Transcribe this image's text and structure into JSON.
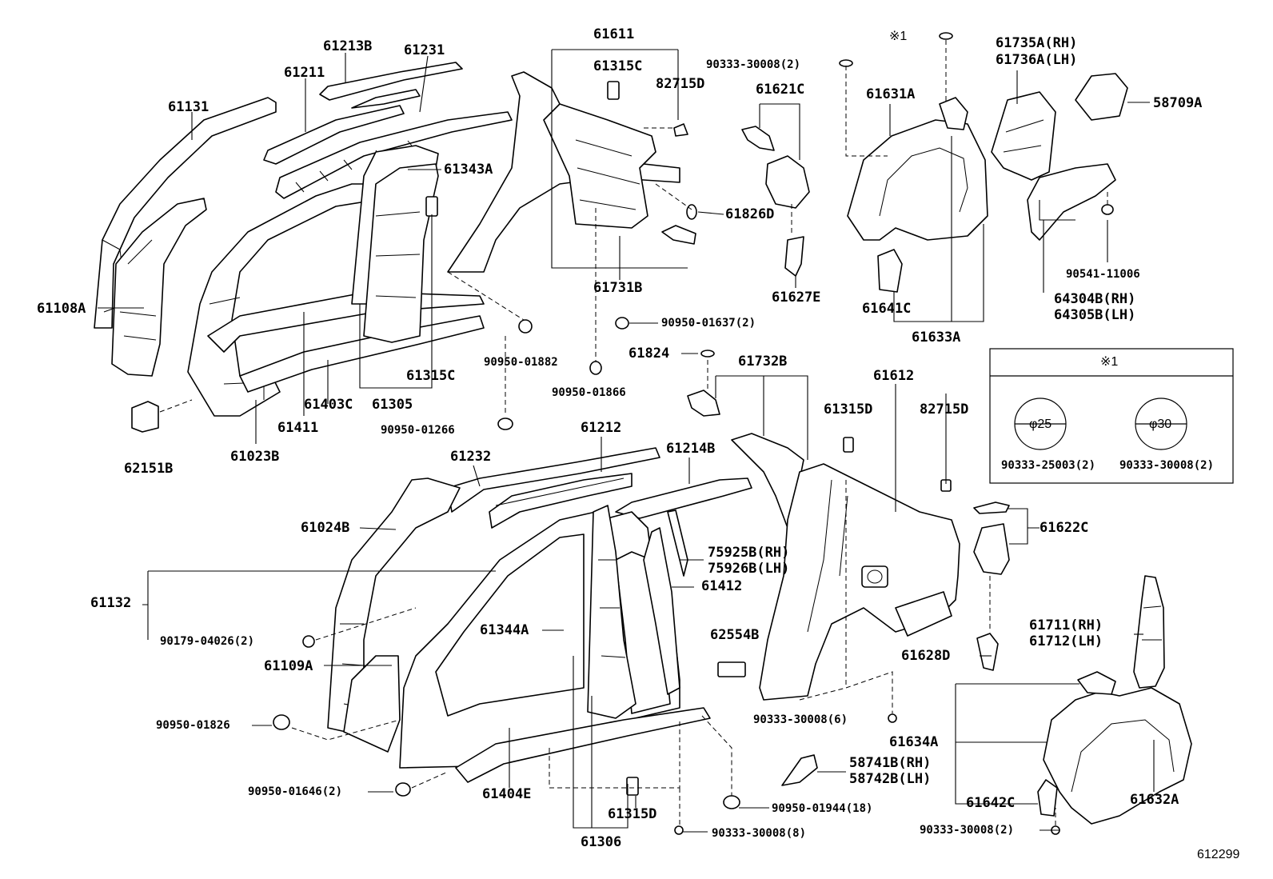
{
  "labels": {
    "p61611": "61611",
    "p61213B": "61213B",
    "p61231": "61231",
    "p61211": "61211",
    "p61131": "61131",
    "p61315C_top": "61315C",
    "p82715D_top": "82715D",
    "p90333_30008_2_top": "90333-30008(2)",
    "p61621C": "61621C",
    "p61631A": "61631A",
    "ref_note": "※1",
    "p61735A": "61735A(RH)",
    "p61736A": "61736A(LH)",
    "p58709A": "58709A",
    "p61343A": "61343A",
    "p61826D": "61826D",
    "p61108A": "61108A",
    "p61731B": "61731B",
    "p61627E": "61627E",
    "p90541_11006": "90541-11006",
    "p64304B": "64304B(RH)",
    "p64305B": "64305B(LH)",
    "p61641C": "61641C",
    "p90950_01637": "90950-01637(2)",
    "p61633A": "61633A",
    "p61824": "61824",
    "p90950_01882": "90950-01882",
    "p61315C_mid": "61315C",
    "p61732B": "61732B",
    "p61612": "61612",
    "p90950_01866": "90950-01866",
    "p61411": "61411",
    "p61403C": "61403C",
    "p61305": "61305",
    "p61315D_top": "61315D",
    "p82715D_mid": "82715D",
    "p90950_01266": "90950-01266",
    "p61212": "61212",
    "p61023B": "61023B",
    "p61232": "61232",
    "p61214B": "61214B",
    "p62151B": "62151B",
    "p61024B": "61024B",
    "p61622C": "61622C",
    "p75925B": "75925B(RH)",
    "p75926B": "75926B(LH)",
    "p61132": "61132",
    "p61412": "61412",
    "p61711": "61711(RH)",
    "p61712": "61712(LH)",
    "p90179_04026": "90179-04026(2)",
    "p61344A": "61344A",
    "p62554B": "62554B",
    "p61628D": "61628D",
    "p61109A": "61109A",
    "p90950_01826": "90950-01826",
    "p90333_30008_6": "90333-30008(6)",
    "p61634A": "61634A",
    "p58741B": "58741B(RH)",
    "p58742B": "58742B(LH)",
    "p90950_01646": "90950-01646(2)",
    "p61404E": "61404E",
    "p61632A": "61632A",
    "p90950_01944": "90950-01944(18)",
    "p61642C": "61642C",
    "p61315D_bot": "61315D",
    "p90333_30008_8": "90333-30008(8)",
    "p90333_30008_2_bot": "90333-30008(2)",
    "p61306": "61306"
  },
  "inset": {
    "title": "※1",
    "hole_a": "φ25",
    "hole_b": "φ30",
    "part_a": "90333-25003(2)",
    "part_b": "90333-30008(2)"
  },
  "diagram_ref": "612299"
}
